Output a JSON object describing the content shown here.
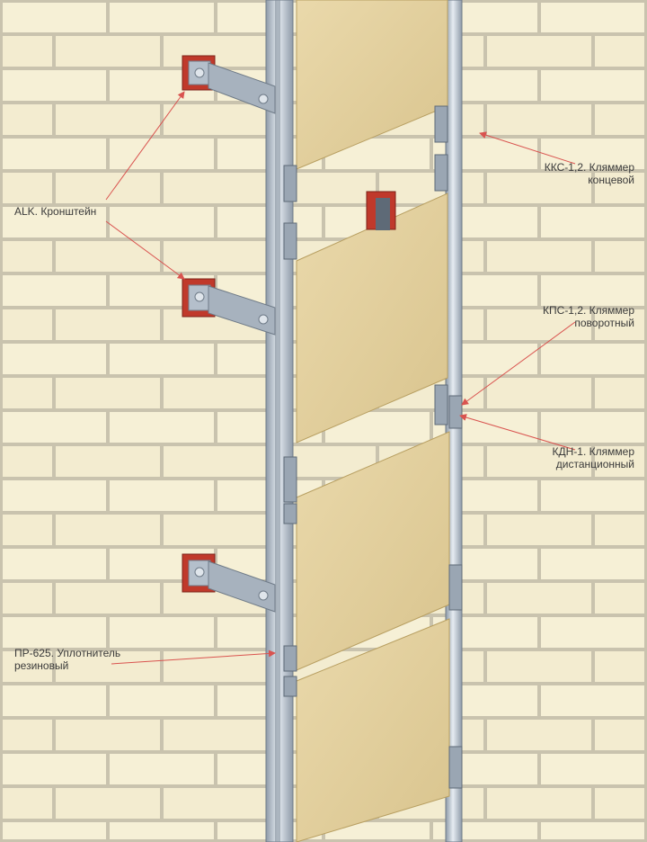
{
  "callouts": {
    "alk": {
      "line1": "ALK. Кронштейн"
    },
    "kks": {
      "line1": "ККС-1,2. Кляммер",
      "line2": "концевой"
    },
    "kps": {
      "line1": "КПС-1,2. Кляммер",
      "line2": "поворотный"
    },
    "kdn": {
      "line1": "КДН-1. Кляммер",
      "line2": "дистанционный"
    },
    "pr": {
      "line1": "ПР-625. Уплотнитель",
      "line2": "резиновый"
    }
  },
  "colors": {
    "brick_face": "#f6f0d6",
    "mortar": "#c9c3ae",
    "panel": "#e3cf9c",
    "rail": "#b9c4d0",
    "bracket": "#a7b2be",
    "gasket": "#c0392b",
    "arrow": "#d9534f"
  },
  "icons": [
    "bracket-icon",
    "clamp-icon",
    "arrow-icon"
  ]
}
